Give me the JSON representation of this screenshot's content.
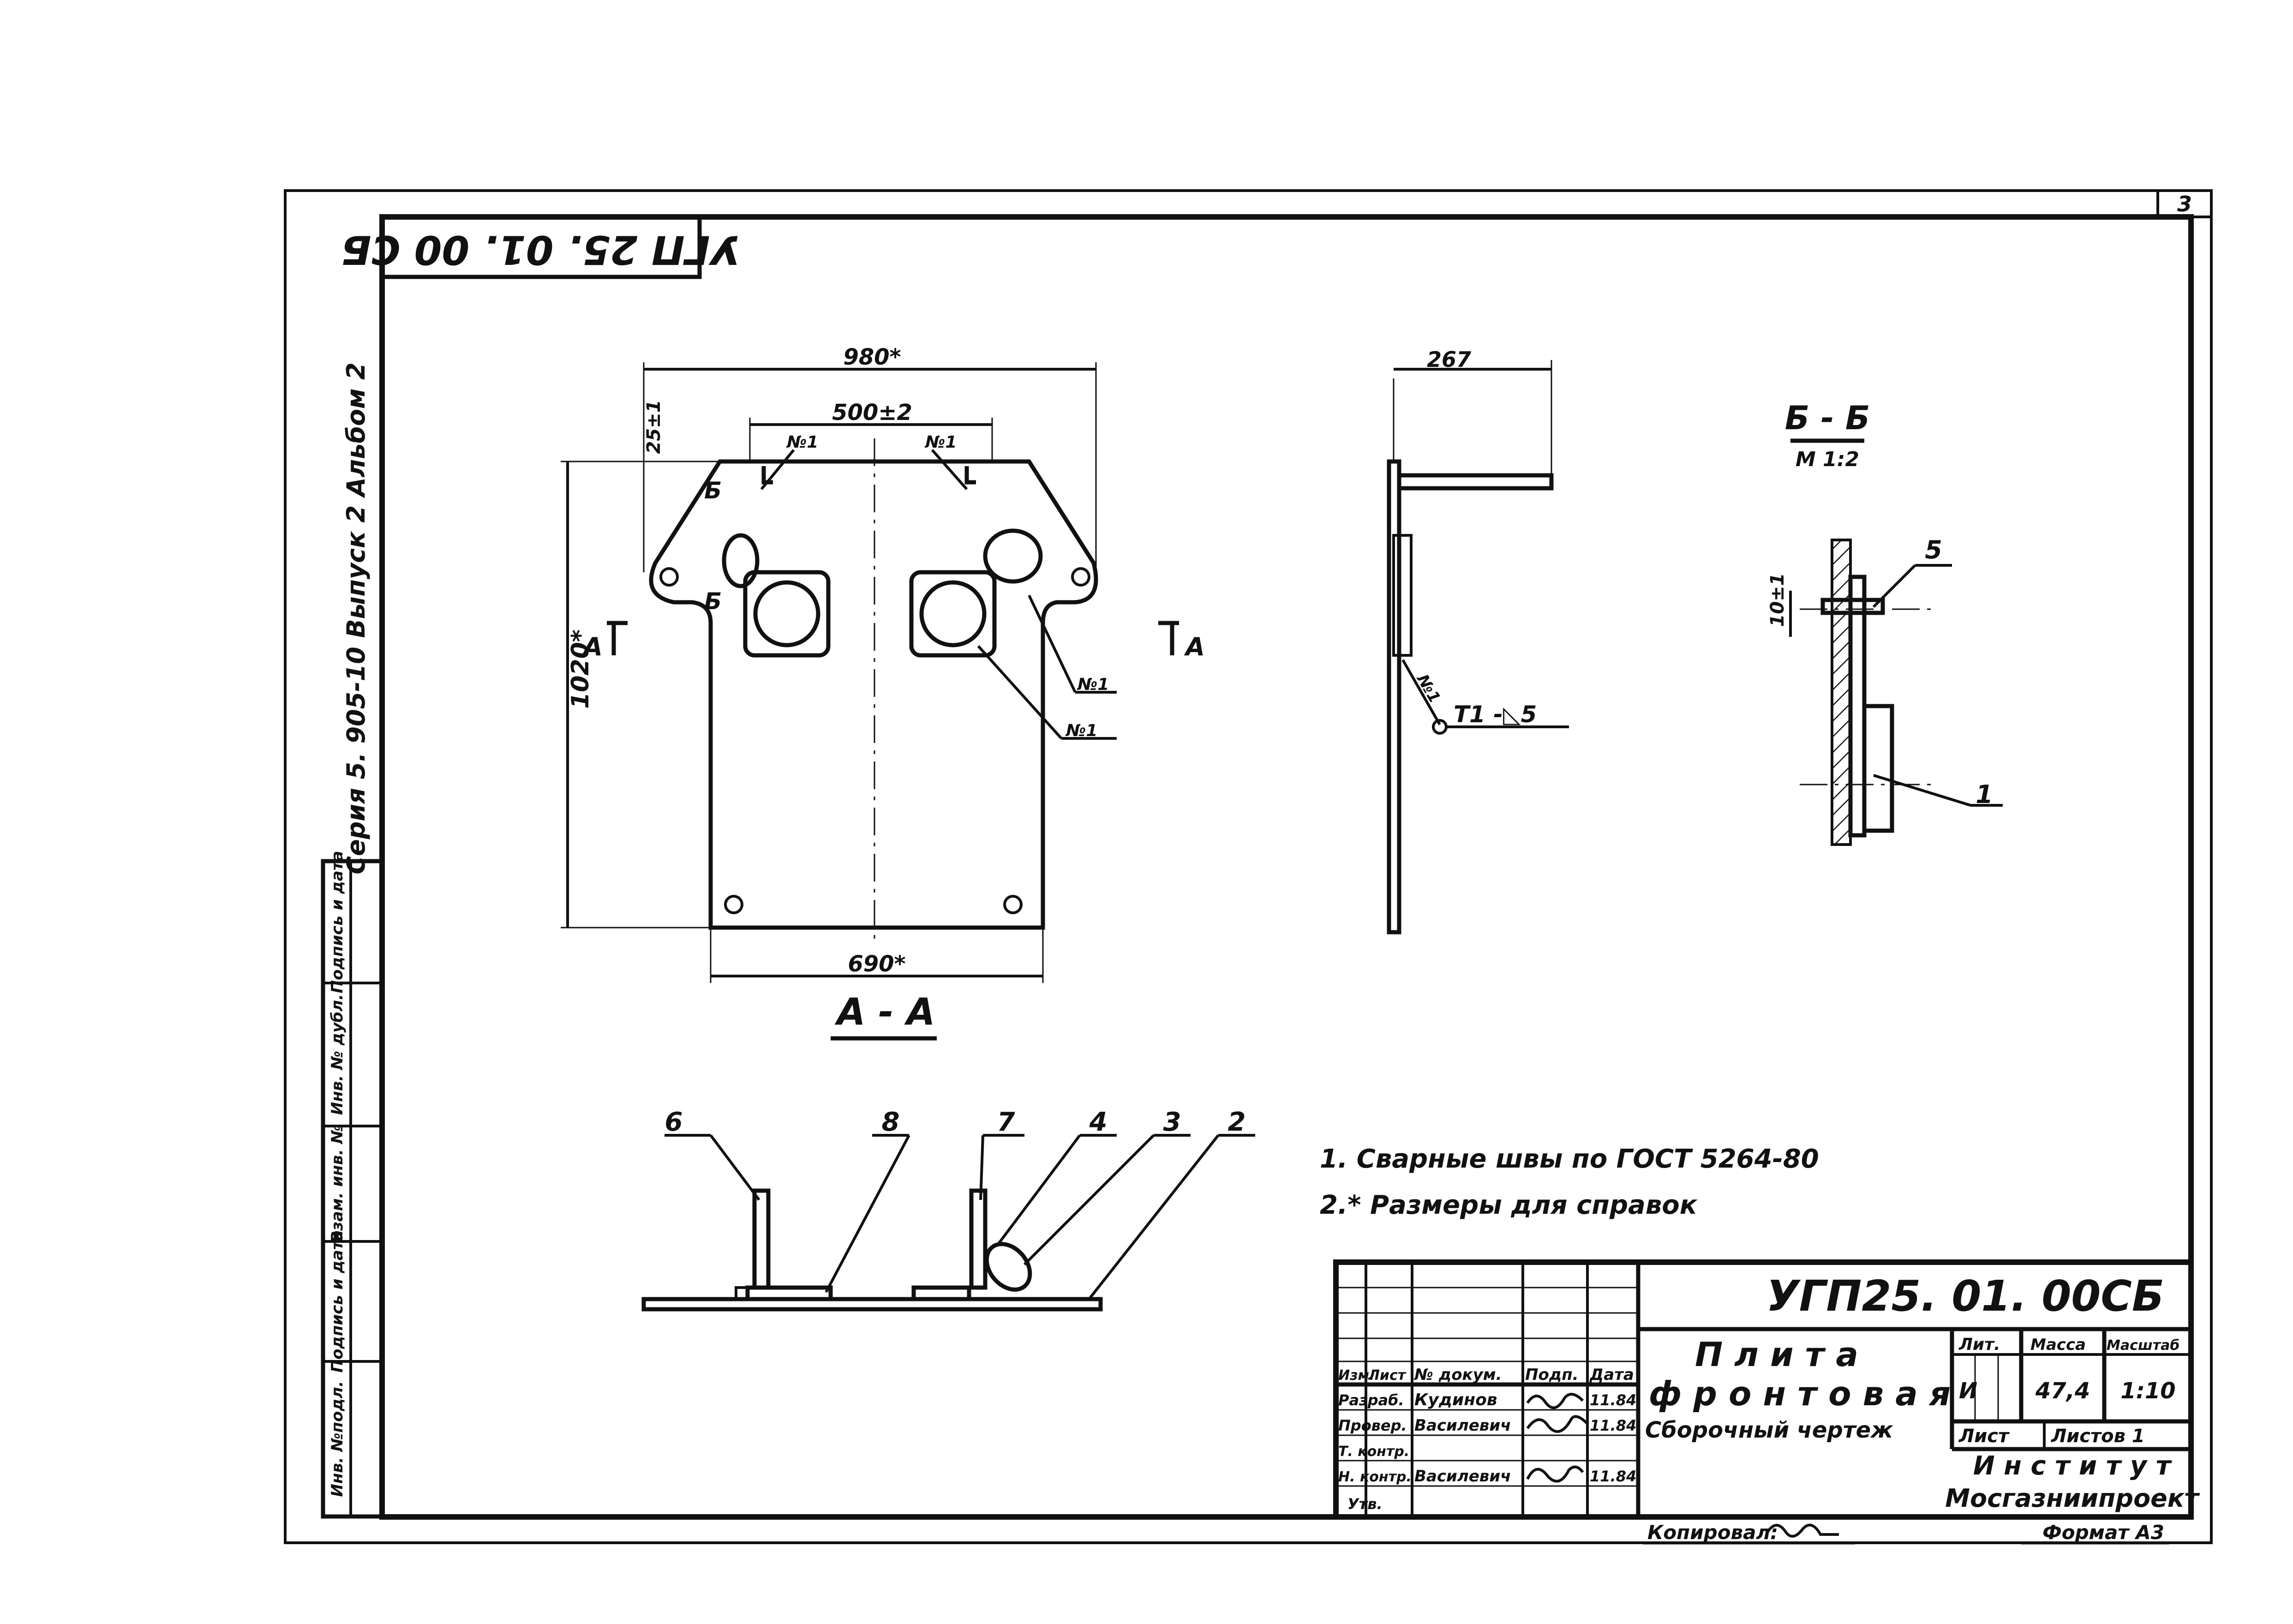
{
  "sheet_number": "3",
  "rotated_code": "УГП 25. 01. 00 СБ",
  "series_text": "Серия 5. 905-10  Выпуск 2  Альбом 2",
  "left_strip": [
    "Инв. №подл.",
    "Подпись и дата",
    "Взам. инв. №",
    "Инв. № дубл.",
    "Подпись и дата"
  ],
  "view_main": {
    "title": "А - А",
    "dims": {
      "top": "980*",
      "mid": "500±2",
      "small": "25±1",
      "height": "1020*",
      "bottom": "690*"
    },
    "section_marks": [
      "Б",
      "Б",
      "А",
      "А"
    ],
    "weld_marks": [
      "№1",
      "№1",
      "№1",
      "№1"
    ]
  },
  "view_side": {
    "dim": "267",
    "weld_mark": "№1",
    "weld_symbol": "Т1 -◺5"
  },
  "view_section": {
    "title": "Б - Б",
    "scale": "М 1:2",
    "dim": "10±1",
    "callouts": [
      "5",
      "1"
    ]
  },
  "view_bottom": {
    "callouts": [
      "6",
      "8",
      "7",
      "4",
      "3",
      "2"
    ]
  },
  "notes": [
    "1. Сварные швы по ГОСТ 5264-80",
    "2.* Размеры для справок"
  ],
  "title_block": {
    "code": "УГП25. 01. 00СБ",
    "name_line1": "П л и т а",
    "name_line2": "ф р о н т о в а я",
    "doc_type": "Сборочный чертеж",
    "headers": [
      "Изм.",
      "Лист",
      "№ докум.",
      "Подп.",
      "Дата"
    ],
    "rows": [
      {
        "role": "Разраб.",
        "name": "Кудинов",
        "date": "11.84"
      },
      {
        "role": "Провер.",
        "name": "Василевич",
        "date": "11.84"
      },
      {
        "role": "Т. контр.",
        "name": "",
        "date": ""
      },
      {
        "role": "Н. контр.",
        "name": "Василевич",
        "date": "11.84"
      },
      {
        "role": "Утв.",
        "name": "",
        "date": ""
      }
    ],
    "lit_label": "Лит.",
    "lit_value": "И",
    "mass_label": "Масса",
    "mass_value": "47,4",
    "scale_label": "Масштаб",
    "scale_value": "1:10",
    "sheet_label": "Лист",
    "sheets_label": "Листов 1",
    "org_line1": "И н с т и т у т",
    "org_line2": "Мосгазниипроект",
    "copied_label": "Копировал:",
    "format_label": "Формат А3"
  }
}
